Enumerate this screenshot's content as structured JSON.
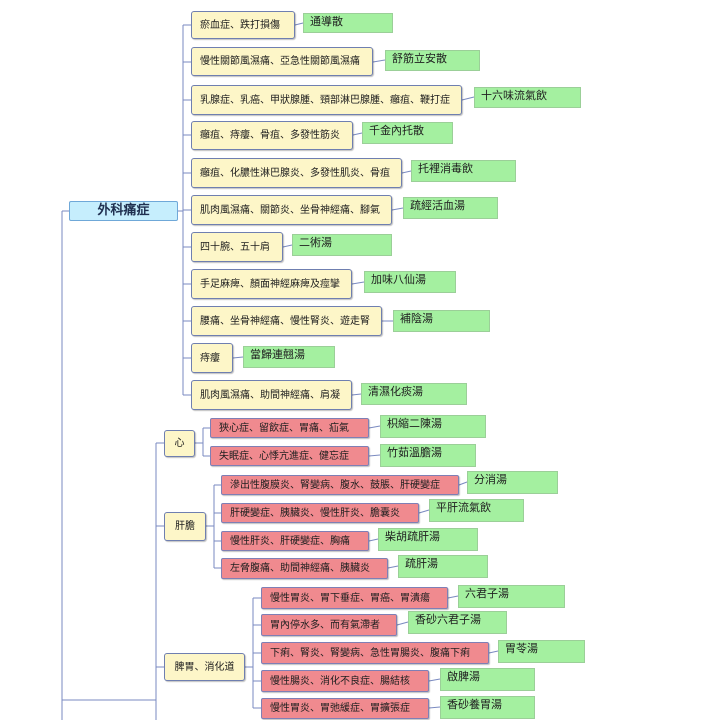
{
  "root": {
    "label": "外科痛症"
  },
  "groupA": [
    {
      "condition": "瘀血症、跌打損傷",
      "formula": "通導散"
    },
    {
      "condition": "慢性關節風濕痛、亞急性關節風濕痛",
      "formula": "舒筋立安散"
    },
    {
      "condition": "乳腺症、乳癌、甲狀腺腫、頸部淋巴腺腫、癰疽、鞭打症",
      "formula": "十六味流氣飲"
    },
    {
      "condition": "癰疽、痔瘻、骨疽、多發性筋炎",
      "formula": "千金內托散"
    },
    {
      "condition": "癰疽、化膿性淋巴腺炎、多發性肌炎、骨疽",
      "formula": "托裡消毒飲"
    },
    {
      "condition": "肌肉風濕痛、關節炎、坐骨神經痛、腳氣",
      "formula": "疏經活血湯"
    },
    {
      "condition": "四十腕、五十肩",
      "formula": "二術湯"
    },
    {
      "condition": "手足麻痺、顏面神經麻痺及痙攣",
      "formula": "加味八仙湯"
    },
    {
      "condition": "腰痛、坐骨神經痛、慢性腎炎、遊走腎",
      "formula": "補陰湯"
    },
    {
      "condition": "痔瘻",
      "formula": "當歸連翹湯"
    },
    {
      "condition": "肌肉風濕痛、助間神經痛、肩凝",
      "formula": "清濕化痰湯"
    }
  ],
  "categories": [
    {
      "label": "心",
      "items": [
        {
          "condition": "狹心症、留飲症、胃痛、疝氣",
          "formula": "枳縮二陳湯"
        },
        {
          "condition": "失眠症、心悸亢進症、健忘症",
          "formula": "竹茹溫膽湯"
        }
      ]
    },
    {
      "label": "肝膽",
      "items": [
        {
          "condition": "滲出性腹膜炎、腎變病、腹水、鼓脹、肝硬變症",
          "formula": "分消湯"
        },
        {
          "condition": "肝硬變症、胰臟炎、慢性肝炎、膽囊炎",
          "formula": "平肝流氣飲"
        },
        {
          "condition": "慢性肝炎、肝硬變症、胸痛",
          "formula": "柴胡疏肝湯"
        },
        {
          "condition": "左脅腹痛、助間神經痛、胰臟炎",
          "formula": "疏肝湯"
        }
      ]
    },
    {
      "label": "脾胃、消化道",
      "items": [
        {
          "condition": "慢性胃炎、胃下垂症、胃癌、胃潰瘍",
          "formula": "六君子湯"
        },
        {
          "condition": "胃內停水多、而有氣滯者",
          "formula": "香砂六君子湯"
        },
        {
          "condition": "下痢、腎炎、腎變病、急性胃腸炎、腹痛下痢",
          "formula": "胃苓湯"
        },
        {
          "condition": "慢性腸炎、消化不良症、腸結核",
          "formula": "啟脾湯"
        },
        {
          "condition": "慢性胃炎、胃弛緩症、胃擴張症",
          "formula": "香砂養胃湯"
        }
      ]
    }
  ],
  "colors": {
    "root_fill": "#c6eefd",
    "condition_fill": "#fdf6c8",
    "condition_red_fill": "#f08a8f",
    "formula_fill": "#a4f0a0",
    "line": "#7a8ac0"
  }
}
